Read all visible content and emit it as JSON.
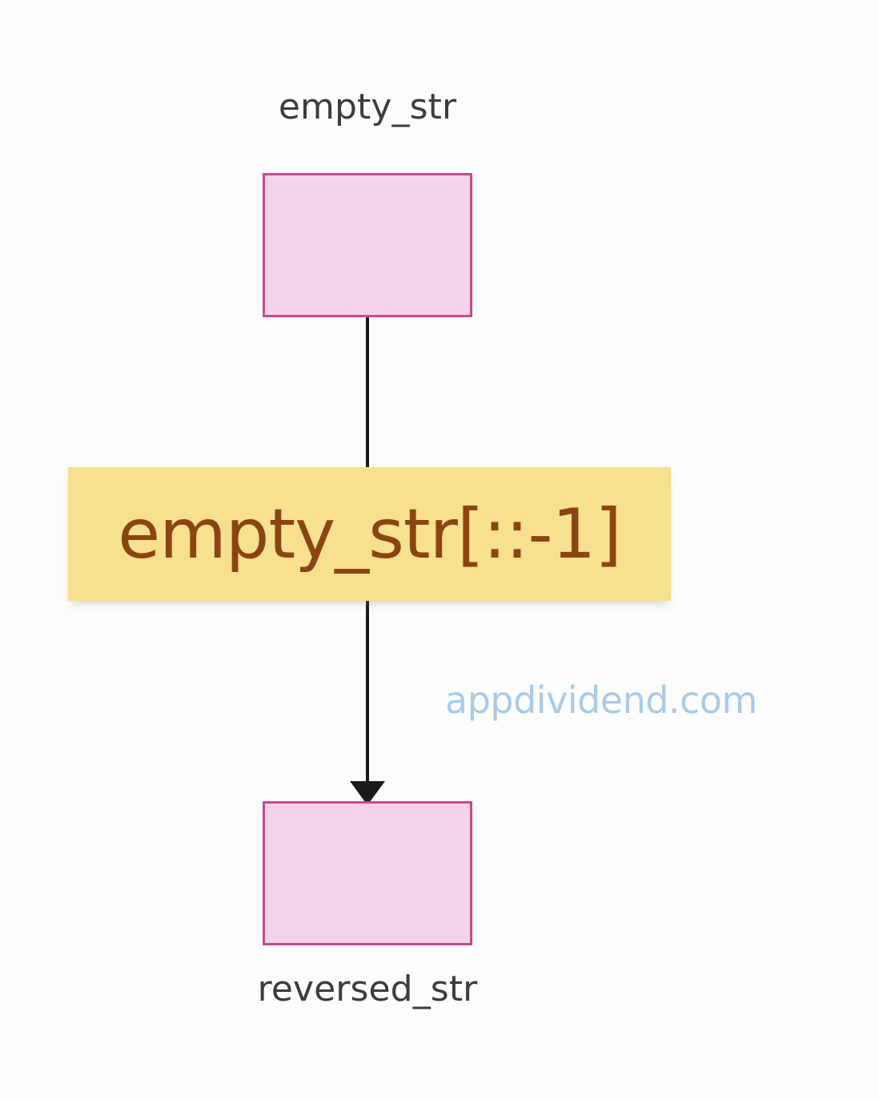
{
  "diagram": {
    "type": "flowchart",
    "background_color": "#fdfdfd",
    "nodes": [
      {
        "id": "input",
        "label": "empty_str",
        "label_position": "above",
        "shape": "rectangle",
        "fill_color": "#f4d3ea",
        "border_color": "#c94a8d",
        "text": ""
      },
      {
        "id": "operation",
        "label": "empty_str[::-1]",
        "shape": "banner",
        "fill_color": "#f7e08e",
        "text_color": "#8b4413"
      },
      {
        "id": "output",
        "label": "reversed_str",
        "label_position": "below",
        "shape": "rectangle",
        "fill_color": "#f4d3ea",
        "border_color": "#c94a8d",
        "text": ""
      }
    ],
    "edges": [
      {
        "from": "input",
        "to": "operation",
        "arrow": false,
        "color": "#1a1a1a"
      },
      {
        "from": "operation",
        "to": "output",
        "arrow": true,
        "color": "#1a1a1a"
      }
    ],
    "label_color": "#3c3c3c"
  },
  "labels": {
    "top": "empty_str",
    "operation": "empty_str[::-1]",
    "bottom": "reversed_str"
  },
  "watermark": {
    "text": "appdividend.com",
    "color": "#a8cbe8"
  }
}
